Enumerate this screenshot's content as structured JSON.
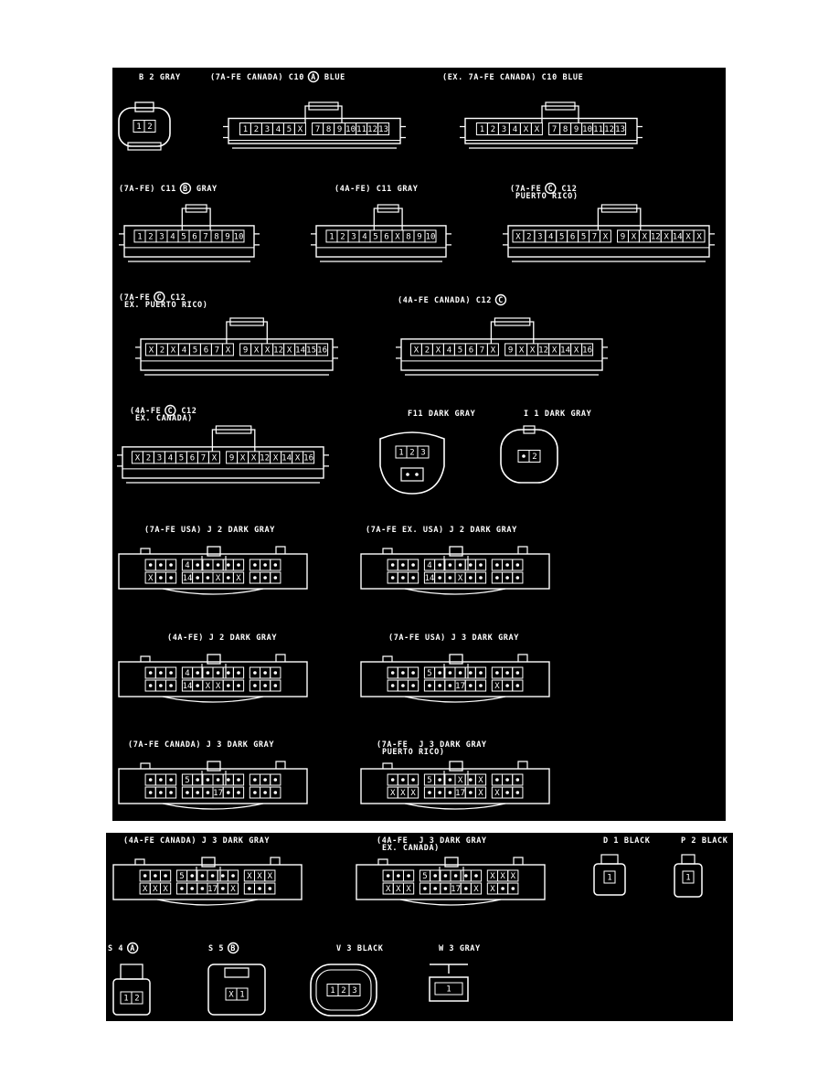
{
  "connectors": [
    {
      "id": "b2",
      "panel": 1,
      "label": "B 2  GRAY",
      "label2": "",
      "circ": "",
      "suffix": "",
      "type": "oval",
      "pins": [
        [
          "1",
          "2"
        ]
      ]
    },
    {
      "id": "c10a",
      "panel": 1,
      "label": "(7A-FE CANADA) C10",
      "label2": "",
      "circ": "A",
      "suffix": "BLUE",
      "type": "wide",
      "pins": [
        [
          "1",
          "2",
          "3",
          "4",
          "5",
          "X",
          "|",
          "7",
          "8",
          "9",
          "10",
          "11",
          "12",
          "13"
        ]
      ]
    },
    {
      "id": "c10b",
      "panel": 1,
      "label": "(EX. 7A-FE CANADA) C10  BLUE",
      "label2": "",
      "circ": "",
      "suffix": "",
      "type": "wide",
      "pins": [
        [
          "1",
          "2",
          "3",
          "4",
          "X",
          "X",
          "|",
          "7",
          "8",
          "9",
          "10",
          "11",
          "12",
          "13"
        ]
      ]
    },
    {
      "id": "c11a",
      "panel": 1,
      "label": "(7A-FE)  C11",
      "label2": "",
      "circ": "B",
      "suffix": "GRAY",
      "type": "wide",
      "pins": [
        [
          "1",
          "2",
          "3",
          "4",
          "5",
          "6",
          "7",
          "8",
          "9",
          "10"
        ]
      ]
    },
    {
      "id": "c11b",
      "panel": 1,
      "label": "(4A-FE) C11  GRAY",
      "label2": "",
      "circ": "",
      "suffix": "",
      "type": "wide",
      "pins": [
        [
          "1",
          "2",
          "3",
          "4",
          "5",
          "6",
          "X",
          "8",
          "9",
          "10"
        ]
      ]
    },
    {
      "id": "c12a",
      "panel": 1,
      "label": "(7A-FE",
      "label2": "PUERTO RICO)",
      "circ": "C",
      "suffix": "C12",
      "type": "wide",
      "pins": [
        [
          "X",
          "2",
          "3",
          "4",
          "5",
          "6",
          "5",
          "7",
          "X",
          "|",
          "9",
          "X",
          "X",
          "12",
          "X",
          "14",
          "X",
          "X"
        ]
      ]
    },
    {
      "id": "c12b",
      "panel": 1,
      "label": "(7A-FE",
      "label2": "EX. PUERTO RICO)",
      "circ": "C",
      "suffix": "C12",
      "type": "wide",
      "pins": [
        [
          "X",
          "2",
          "X",
          "4",
          "5",
          "6",
          "7",
          "X",
          "|",
          "9",
          "X",
          "X",
          "12",
          "X",
          "14",
          "15",
          "16"
        ]
      ]
    },
    {
      "id": "c12c",
      "panel": 1,
      "label": "(4A-FE CANADA) C12",
      "label2": "",
      "circ": "C",
      "suffix": "",
      "type": "wide",
      "pins": [
        [
          "X",
          "2",
          "X",
          "4",
          "5",
          "6",
          "7",
          "X",
          "|",
          "9",
          "X",
          "X",
          "12",
          "X",
          "14",
          "X",
          "16"
        ]
      ]
    },
    {
      "id": "c12d",
      "panel": 1,
      "label": "(4A-FE",
      "label2": "EX. CANADA)",
      "circ": "C",
      "suffix": "C12",
      "type": "wide",
      "pins": [
        [
          "X",
          "2",
          "3",
          "4",
          "5",
          "6",
          "7",
          "X",
          "|",
          "9",
          "X",
          "X",
          "12",
          "X",
          "14",
          "X",
          "16"
        ]
      ]
    },
    {
      "id": "f11",
      "panel": 1,
      "label": "F11  DARK GRAY",
      "label2": "",
      "circ": "",
      "suffix": "",
      "type": "shield",
      "pins": [
        [
          "1",
          "2",
          "3"
        ]
      ]
    },
    {
      "id": "i1",
      "panel": 1,
      "label": "I 1  DARK GRAY",
      "label2": "",
      "circ": "",
      "suffix": "",
      "type": "round",
      "pins": [
        [
          "•",
          "2"
        ]
      ]
    },
    {
      "id": "j2a",
      "panel": 1,
      "label": "(7A-FE USA) J 2  DARK GRAY",
      "label2": "",
      "circ": "",
      "suffix": "",
      "type": "jbox",
      "pins": [
        [
          "•",
          "•",
          "•",
          "|",
          "4",
          "•",
          "•",
          "•",
          "•",
          "•",
          "|",
          "•",
          "•",
          "•"
        ],
        [
          "X",
          "•",
          "•",
          "|",
          "14",
          "•",
          "•",
          "X",
          "•",
          "X",
          "|",
          "•",
          "•",
          "•"
        ]
      ]
    },
    {
      "id": "j2b",
      "panel": 1,
      "label": "(7A-FE EX. USA) J 2  DARK GRAY",
      "label2": "",
      "circ": "",
      "suffix": "",
      "type": "jbox",
      "pins": [
        [
          "•",
          "•",
          "•",
          "|",
          "4",
          "•",
          "•",
          "•",
          "•",
          "•",
          "|",
          "•",
          "•",
          "•"
        ],
        [
          "•",
          "•",
          "•",
          "|",
          "14",
          "•",
          "•",
          "X",
          "•",
          "•",
          "|",
          "•",
          "•",
          "•"
        ]
      ]
    },
    {
      "id": "j2c",
      "panel": 1,
      "label": "(4A-FE) J 2  DARK GRAY",
      "label2": "",
      "circ": "",
      "suffix": "",
      "type": "jbox",
      "pins": [
        [
          "•",
          "•",
          "•",
          "|",
          "4",
          "•",
          "•",
          "•",
          "•",
          "•",
          "|",
          "•",
          "•",
          "•"
        ],
        [
          "•",
          "•",
          "•",
          "|",
          "14",
          "•",
          "X",
          "X",
          "•",
          "•",
          "|",
          "•",
          "•",
          "•"
        ]
      ]
    },
    {
      "id": "j3a",
      "panel": 1,
      "label": "(7A-FE USA) J 3  DARK GRAY",
      "label2": "",
      "circ": "",
      "suffix": "",
      "type": "jbox",
      "pins": [
        [
          "•",
          "•",
          "•",
          "|",
          "5",
          "•",
          "•",
          "•",
          "•",
          "•",
          "|",
          "•",
          "•",
          "•"
        ],
        [
          "•",
          "•",
          "•",
          "|",
          "•",
          "•",
          "•",
          "17",
          "•",
          "•",
          "|",
          "X",
          "•",
          "•"
        ]
      ]
    },
    {
      "id": "j3b",
      "panel": 1,
      "label": "(7A-FE CANADA) J 3  DARK GRAY",
      "label2": "",
      "circ": "",
      "suffix": "",
      "type": "jbox",
      "pins": [
        [
          "•",
          "•",
          "•",
          "|",
          "5",
          "•",
          "•",
          "•",
          "•",
          "•",
          "|",
          "•",
          "•",
          "•"
        ],
        [
          "•",
          "•",
          "•",
          "|",
          "•",
          "•",
          "•",
          "17",
          "•",
          "•",
          "|",
          "•",
          "•",
          "•"
        ]
      ]
    },
    {
      "id": "j3c",
      "panel": 1,
      "label": "(7A-FE",
      "label2": "PUERTO RICO)",
      "circ": "",
      "suffix": "J 3  DARK GRAY",
      "type": "jbox",
      "pins": [
        [
          "•",
          "•",
          "•",
          "|",
          "5",
          "•",
          "•",
          "X",
          "•",
          "X",
          "|",
          "•",
          "•",
          "•"
        ],
        [
          "X",
          "X",
          "X",
          "|",
          "•",
          "•",
          "•",
          "17",
          "•",
          "X",
          "|",
          "X",
          "•",
          "•"
        ]
      ]
    },
    {
      "id": "j3d",
      "panel": 2,
      "label": "(4A-FE CANADA) J 3  DARK GRAY",
      "label2": "",
      "circ": "",
      "suffix": "",
      "type": "jbox",
      "pins": [
        [
          "•",
          "•",
          "•",
          "|",
          "5",
          "•",
          "•",
          "•",
          "•",
          "•",
          "|",
          "X",
          "X",
          "X"
        ],
        [
          "X",
          "X",
          "X",
          "|",
          "•",
          "•",
          "•",
          "17",
          "•",
          "X",
          "|",
          "•",
          "•",
          "•"
        ]
      ]
    },
    {
      "id": "j3e",
      "panel": 2,
      "label": "(4A-FE",
      "label2": "EX. CANADA)",
      "circ": "",
      "suffix": "J 3  DARK GRAY",
      "type": "jbox",
      "pins": [
        [
          "•",
          "•",
          "•",
          "|",
          "5",
          "•",
          "•",
          "•",
          "•",
          "•",
          "|",
          "X",
          "X",
          "X"
        ],
        [
          "X",
          "X",
          "X",
          "|",
          "•",
          "•",
          "•",
          "17",
          "•",
          "X",
          "|",
          "X",
          "•",
          "•"
        ]
      ]
    },
    {
      "id": "d1",
      "panel": 2,
      "label": "D 1  BLACK",
      "label2": "",
      "circ": "",
      "suffix": "",
      "type": "small",
      "pins": [
        [
          "1"
        ]
      ]
    },
    {
      "id": "p2",
      "panel": 2,
      "label": "P 2  BLACK",
      "label2": "",
      "circ": "",
      "suffix": "",
      "type": "smalltall",
      "pins": [
        [
          "1"
        ]
      ]
    },
    {
      "id": "s4",
      "panel": 2,
      "label": "S 4",
      "label2": "",
      "circ": "A",
      "suffix": "",
      "type": "box2",
      "pins": [
        [
          "1",
          "2"
        ]
      ]
    },
    {
      "id": "s5",
      "panel": 2,
      "label": "S 5",
      "label2": "",
      "circ": "B",
      "suffix": "",
      "type": "box2b",
      "pins": [
        [
          "X",
          "1"
        ]
      ]
    },
    {
      "id": "v3",
      "panel": 2,
      "label": "V 3  BLACK",
      "label2": "",
      "circ": "",
      "suffix": "",
      "type": "oval3",
      "pins": [
        [
          "1",
          "2",
          "3"
        ]
      ]
    },
    {
      "id": "w3",
      "panel": 2,
      "label": "W 3  GRAY",
      "label2": "",
      "circ": "",
      "suffix": "",
      "type": "tbox",
      "pins": [
        [
          "1"
        ]
      ]
    }
  ]
}
